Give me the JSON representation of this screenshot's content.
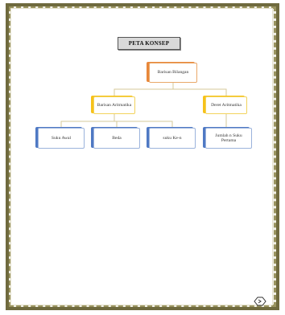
{
  "document": {
    "title": "PETA KONSEP",
    "nodes": {
      "root": "Barisan Bilangan",
      "arith": "Barisan Aritmatika",
      "deret": "Deret Aritmatika",
      "suku_awal": "Suku Awal",
      "beda": "Beda",
      "suku_ke_n": "suku Ke-n",
      "jumlah": "Jumlah n Suku Pertama"
    },
    "pager_icon": "next-page-icon"
  }
}
